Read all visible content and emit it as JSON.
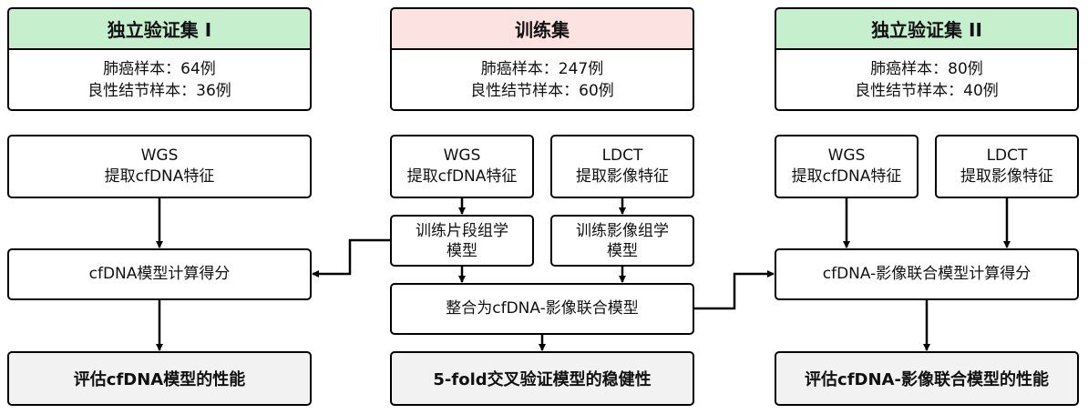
{
  "left": {
    "title": "独立验证集 I",
    "lung_cancer": "肺癌样本：64例",
    "benign": "良性结节样本：36例",
    "wgs_line1": "WGS",
    "wgs_line2": "提取cfDNA特征",
    "score": "cfDNA模型计算得分",
    "result": "评估cfDNA模型的性能"
  },
  "middle": {
    "title": "训练集",
    "lung_cancer": "肺癌样本：247例",
    "benign": "良性结节样本：60例",
    "wgs_line1": "WGS",
    "wgs_line2": "提取cfDNA特征",
    "ldct_line1": "LDCT",
    "ldct_line2": "提取影像特征",
    "fragment_line1": "训练片段组学",
    "fragment_line2": "模型",
    "imaging_line1": "训练影像组学",
    "imaging_line2": "模型",
    "combine": "整合为cfDNA-影像联合模型",
    "result": "5-fold交叉验证模型的稳健性"
  },
  "right": {
    "title": "独立验证集 II",
    "lung_cancer": "肺癌样本：80例",
    "benign": "良性结节样本：40例",
    "wgs_line1": "WGS",
    "wgs_line2": "提取cfDNA特征",
    "ldct_line1": "LDCT",
    "ldct_line2": "提取影像特征",
    "score": "cfDNA-影像联合模型计算得分",
    "result": "评估cfDNA-影像联合模型的性能"
  },
  "colors": {
    "validation_header": "#c6efce",
    "training_header": "#fde2e2",
    "result_fill": "#f2f2f2"
  }
}
